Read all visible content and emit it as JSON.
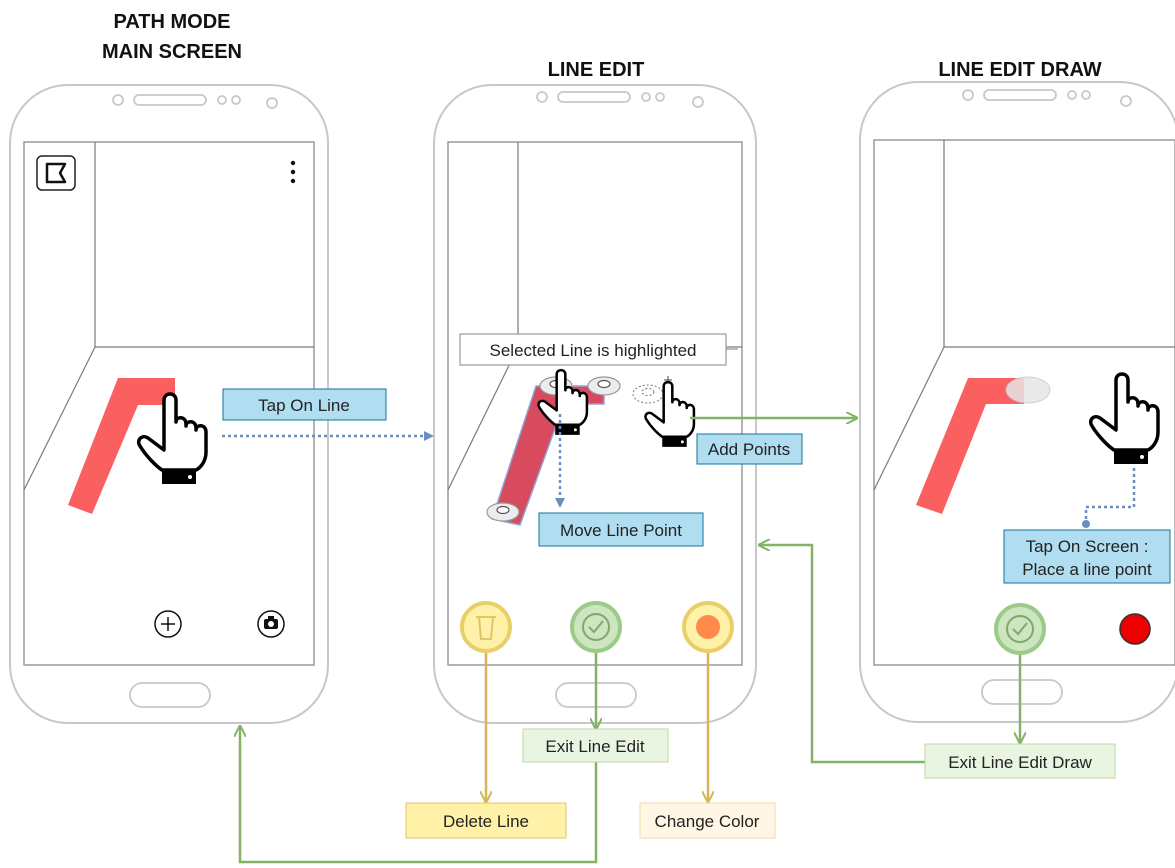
{
  "titles": {
    "main_line1": "PATH MODE",
    "main_line2": "MAIN SCREEN",
    "line_edit": "LINE EDIT",
    "line_edit_draw": "LINE EDIT DRAW"
  },
  "labels": {
    "tap_on_line": "Tap On Line",
    "selected_highlighted": "Selected Line is highlighted",
    "add_points": "Add Points",
    "move_line_point": "Move Line Point",
    "tap_on_screen_1": "Tap On Screen :",
    "tap_on_screen_2": "Place a line point",
    "exit_line_edit": "Exit Line Edit",
    "exit_line_edit_draw": "Exit Line Edit Draw",
    "delete_line": "Delete Line",
    "change_color": "Change Color"
  },
  "colors": {
    "line_red": "#fb6060",
    "selected_line": "#d84a5e",
    "blue_label_fill": "#b1ddf0",
    "blue_label_stroke": "#10739e",
    "blue_arrow": "#6c8ebf",
    "green_arrow": "#82b366",
    "green_label_fill": "#e9f5e1",
    "yellow_arrow": "#d6b656",
    "yellow_label_fill": "#fff2a8",
    "orange_label_fill": "#fff6e5",
    "record_red": "#ee0000",
    "orange_dot": "#ff8a4c"
  },
  "icons": [
    "path-mode-icon",
    "more-vert-icon",
    "add-icon",
    "camera-icon",
    "hand-pointer-icon",
    "trash-icon",
    "check-icon",
    "color-dot-icon",
    "record-icon"
  ]
}
